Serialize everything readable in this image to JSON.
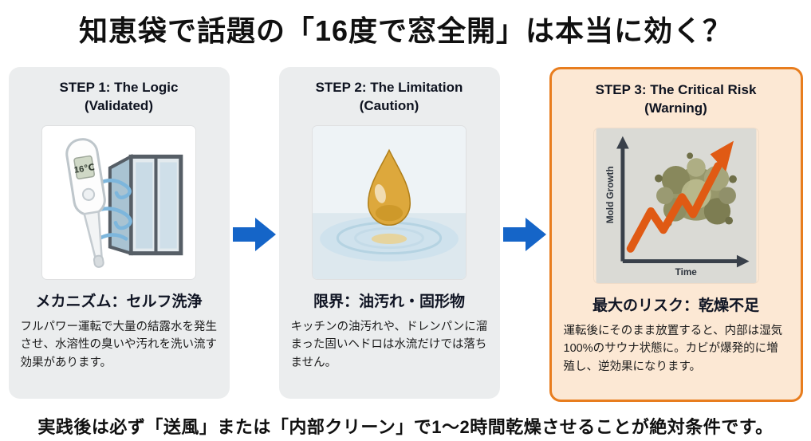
{
  "title": "知恵袋で話題の「16度で窓全開」は本当に効く？",
  "footer": "実践後は必ず「送風」または「内部クリーン」で1～2時間乾燥させることが絶対条件です。",
  "colors": {
    "flow_arrow_blue": "#1565c8",
    "card_background": "#ebedee",
    "warning_background": "#fce8d4",
    "warning_border_orange": "#e87d1e",
    "growth_arrow_orange": "#e05a14"
  },
  "cards": [
    {
      "step": "STEP 1: The Logic",
      "status": "(Validated)",
      "subtitle": "メカニズム：セルフ洗浄",
      "body": "フルパワー運転で大量の結露水を発生させ、水溶性の臭いや汚れを洗い流す効果があります。",
      "illustration": "thermometer-and-open-window",
      "thermometer_reading": "16℃"
    },
    {
      "step": "STEP 2: The Limitation",
      "status": "(Caution)",
      "subtitle": "限界：油汚れ・固形物",
      "body": "キッチンの油汚れや、ドレンパンに溜まった固いヘドロは水流だけでは落ちません。",
      "illustration": "oil-droplet-on-water"
    },
    {
      "step": "STEP 3: The Critical Risk",
      "status": "(Warning)",
      "subtitle": "最大のリスク：乾燥不足",
      "body": "運転後にそのまま放置すると、内部は湿気100%のサウナ状態に。カビが爆発的に増殖し、逆効果になります。",
      "illustration": "mold-growth-chart",
      "chart": {
        "ylabel": "Mold Growth",
        "xlabel": "Time"
      }
    }
  ]
}
